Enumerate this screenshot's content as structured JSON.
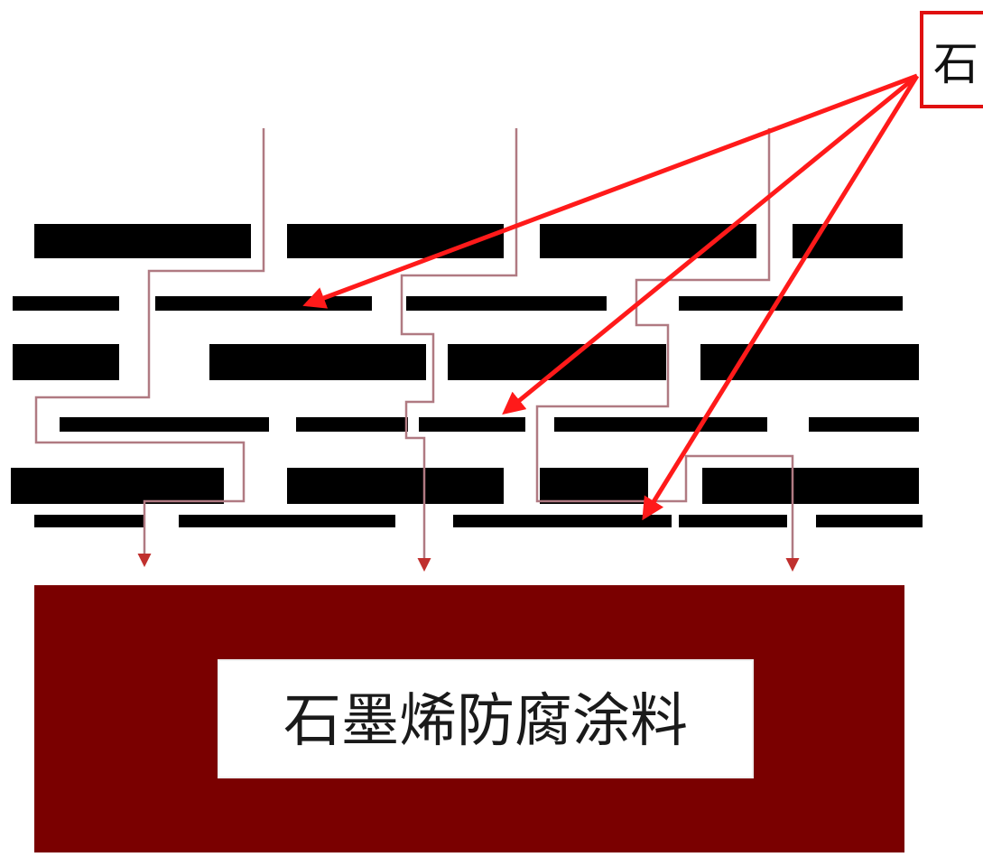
{
  "callout": {
    "text": "石"
  },
  "substrate": {
    "label": "石墨烯防腐涂料"
  },
  "colors": {
    "graphene_sheet": "#000000",
    "diffusion_path": "#b07a82",
    "diffusion_arrow": "#c0302e",
    "callout_arrow": "#ff1a1a",
    "substrate": "#7a0000",
    "background": "#ffffff"
  },
  "layers": {
    "graphene_sheet_rows": 6,
    "diffusion_paths": 3,
    "callout_arrows": 3
  }
}
